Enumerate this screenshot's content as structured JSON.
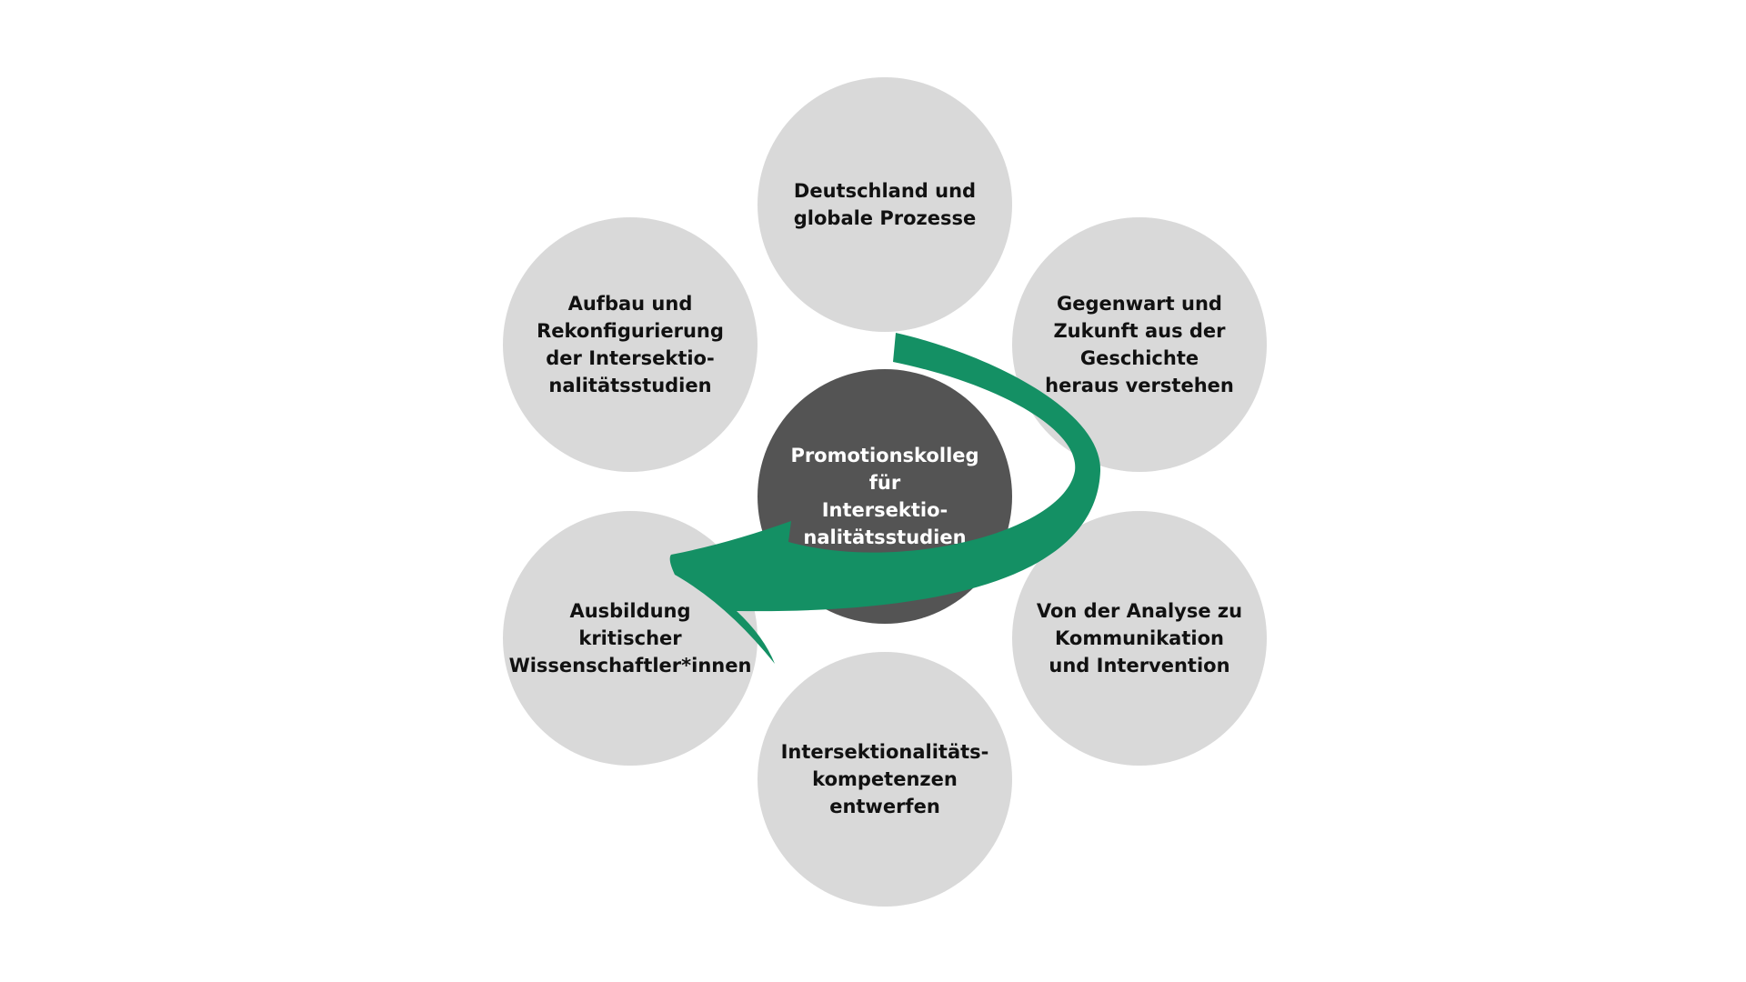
{
  "diagram": {
    "center": {
      "label": "Promotionskolleg\nfür\nIntersektio-\nnalitätsstudien"
    },
    "nodes": [
      {
        "id": "top",
        "label": "Deutschland und\nglobale Prozesse"
      },
      {
        "id": "upper-right",
        "label": "Gegenwart und\nZukunft aus der\nGeschichte\nheraus verstehen"
      },
      {
        "id": "lower-right",
        "label": "Von der Analyse zu\nKommunikation\nund Intervention"
      },
      {
        "id": "bottom",
        "label": "Intersektionalitäts-\nkompetenzen\nentwerfen"
      },
      {
        "id": "lower-left",
        "label": "Ausbildung\nkritischer\nWissenschaftler*innen"
      },
      {
        "id": "upper-left",
        "label": "Aufbau und\nRekonfigurierung\nder Intersektio-\nnalitätsstudien"
      }
    ],
    "colors": {
      "node_fill": "#d9d9d9",
      "center_fill": "#545454",
      "arrow": "#149064"
    }
  }
}
